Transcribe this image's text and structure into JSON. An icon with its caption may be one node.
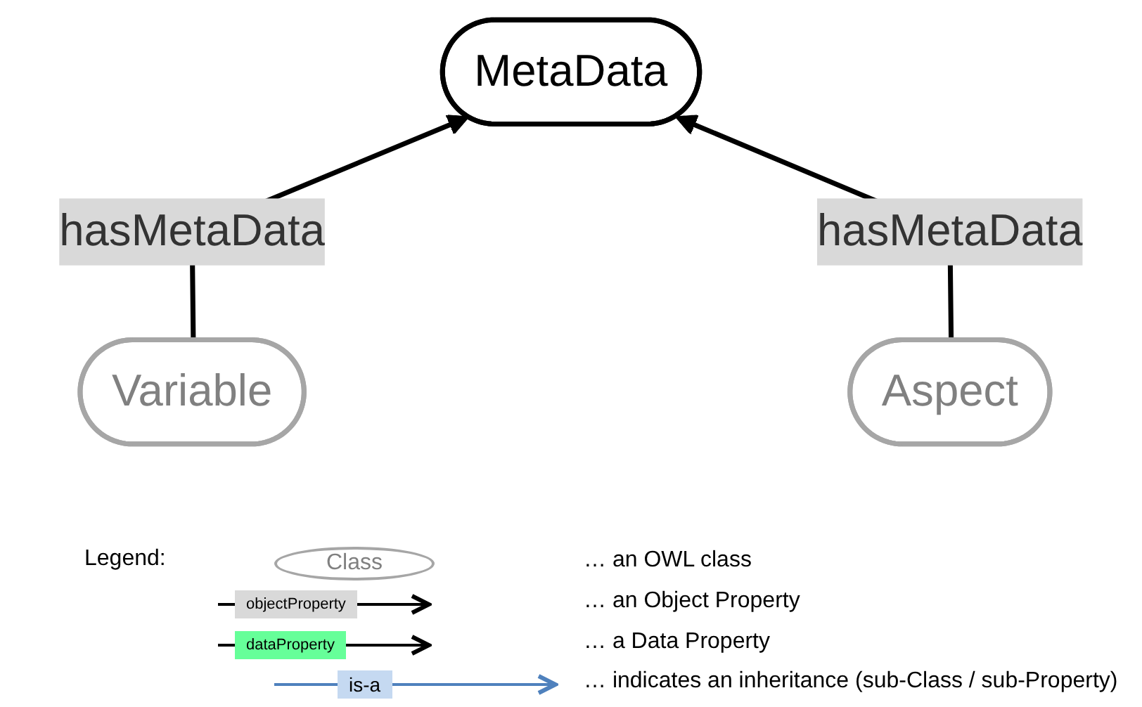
{
  "diagram": {
    "nodes": [
      {
        "text": [
          "MetaData"
        ]
      },
      {
        "text": [
          "Variable"
        ]
      },
      {
        "text": [
          "Aspect"
        ]
      }
    ],
    "edges": [
      {
        "from": 1,
        "to": 0,
        "arrow": "to",
        "label": "hasMetaData"
      },
      {
        "from": 2,
        "to": 0,
        "arrow": "to",
        "label": "hasMetaData"
      }
    ],
    "labels": [
      "Legend:",
      "Class",
      "objectProperty",
      "dataProperty",
      "is-a"
    ],
    "legend": [
      {
        "text": "… an OWL class"
      },
      {
        "text": "… an Object Property"
      },
      {
        "text": "… a Data Property"
      },
      {
        "text": "… indicates an inheritance (sub-Class / sub-Property)"
      }
    ]
  }
}
